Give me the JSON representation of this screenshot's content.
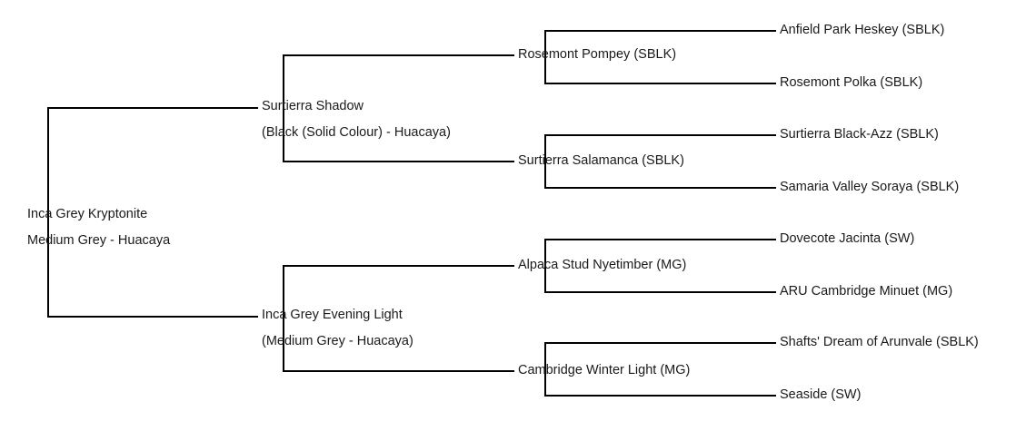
{
  "chart_data": {
    "type": "diagram",
    "diagram_type": "pedigree-tree",
    "title": "",
    "orientation": "left-to-right",
    "generations": 4,
    "root": {
      "name": "Inca Grey Kryptonite",
      "detail": "Medium Grey - Huacaya"
    },
    "generation2": [
      {
        "name": "Surtierra Shadow",
        "detail": "(Black (Solid Colour) - Huacaya)"
      },
      {
        "name": "Inca Grey Evening Light",
        "detail": "(Medium Grey - Huacaya)"
      }
    ],
    "generation3": [
      {
        "name": "Rosemont Pompey (SBLK)"
      },
      {
        "name": "Surtierra Salamanca (SBLK)"
      },
      {
        "name": "Alpaca Stud Nyetimber (MG)"
      },
      {
        "name": "Cambridge Winter Light (MG)"
      }
    ],
    "generation4": [
      {
        "name": "Anfield Park Heskey (SBLK)"
      },
      {
        "name": "Rosemont Polka (SBLK)"
      },
      {
        "name": "Surtierra Black-Azz (SBLK)"
      },
      {
        "name": "Samaria Valley Soraya (SBLK)"
      },
      {
        "name": "Dovecote Jacinta (SW)"
      },
      {
        "name": "ARU Cambridge Minuet (MG)"
      },
      {
        "name": "Shafts' Dream of Arunvale (SBLK)"
      },
      {
        "name": "Seaside (SW)"
      }
    ],
    "colors": {
      "background": "#ffffff",
      "text": "#1a1a1a",
      "connector": "#000000"
    }
  }
}
